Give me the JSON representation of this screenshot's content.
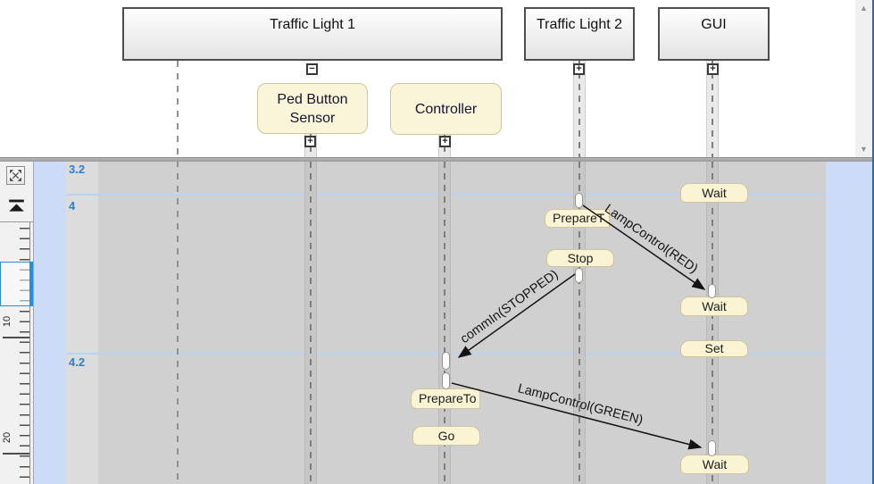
{
  "actors": [
    {
      "label": "Traffic Light 1",
      "button": "−"
    },
    {
      "label": "Traffic Light 2",
      "button": "+"
    },
    {
      "label": "GUI",
      "button": "+"
    }
  ],
  "sub_actors": [
    {
      "label": "Ped Button Sensor",
      "button": "+"
    },
    {
      "label": "Controller",
      "button": "+"
    }
  ],
  "time_labels": [
    "3.2",
    "4",
    "4.2"
  ],
  "ruler_labels": [
    "10",
    "20"
  ],
  "activations": [
    {
      "label": "Wait"
    },
    {
      "label": "PrepareT"
    },
    {
      "label": "Stop"
    },
    {
      "label": "Wait"
    },
    {
      "label": "Set"
    },
    {
      "label": "PrepareTo"
    },
    {
      "label": "Go"
    },
    {
      "label": "Wait"
    }
  ],
  "messages": [
    {
      "label": "LampControl(RED)"
    },
    {
      "label": "commIn(STOPPED)"
    },
    {
      "label": "LampControl(GREEN)"
    }
  ],
  "icons": {
    "scroll_up": "▲",
    "scroll_down": "▼"
  },
  "colors": {
    "accent_blue": "#1a70c8",
    "time_label_blue": "#2e7cd6",
    "flag_fill": "#faf4d4",
    "flag_border": "#cfc49c",
    "canvas_gray": "#d0d0d0",
    "margin_blue": "#ccdbf7"
  }
}
